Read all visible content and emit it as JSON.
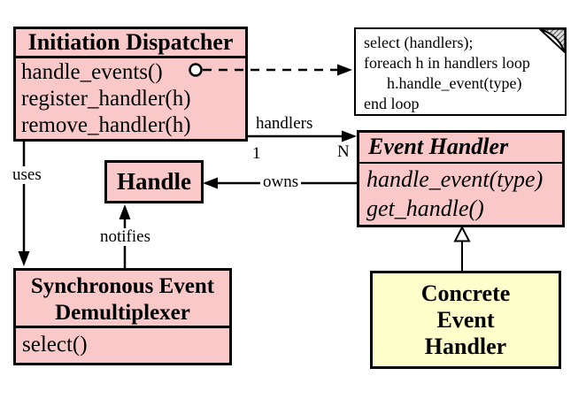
{
  "diagram_type": "uml-class-diagram",
  "colors": {
    "class_fill": "#f9c8c8",
    "concrete_fill": "#ffffcc",
    "note_fill": "#ffffff",
    "line": "#000000",
    "background": "#ffffff"
  },
  "classes": {
    "initiation_dispatcher": {
      "title": "Initiation Dispatcher",
      "methods": [
        "handle_events()",
        "register_handler(h)",
        "remove_handler(h)"
      ]
    },
    "event_handler": {
      "title": "Event Handler",
      "methods": [
        "handle_event(type)",
        "get_handle()"
      ]
    },
    "handle": {
      "title": "Handle"
    },
    "synchronous_event_demultiplexer": {
      "title_line1": "Synchronous Event",
      "title_line2": "Demultiplexer",
      "methods": [
        "select()"
      ]
    },
    "concrete_event_handler": {
      "title_line1": "Concrete",
      "title_line2": "Event",
      "title_line3": "Handler"
    }
  },
  "note": {
    "lines": [
      "select (handlers);",
      "foreach h in handlers loop",
      "h.handle_event(type)",
      "end loop"
    ]
  },
  "relations": {
    "handlers_label": "handlers",
    "multiplicity_one": "1",
    "multiplicity_n": "N",
    "uses_label": "uses",
    "owns_label": "owns",
    "notifies_label": "notifies"
  }
}
